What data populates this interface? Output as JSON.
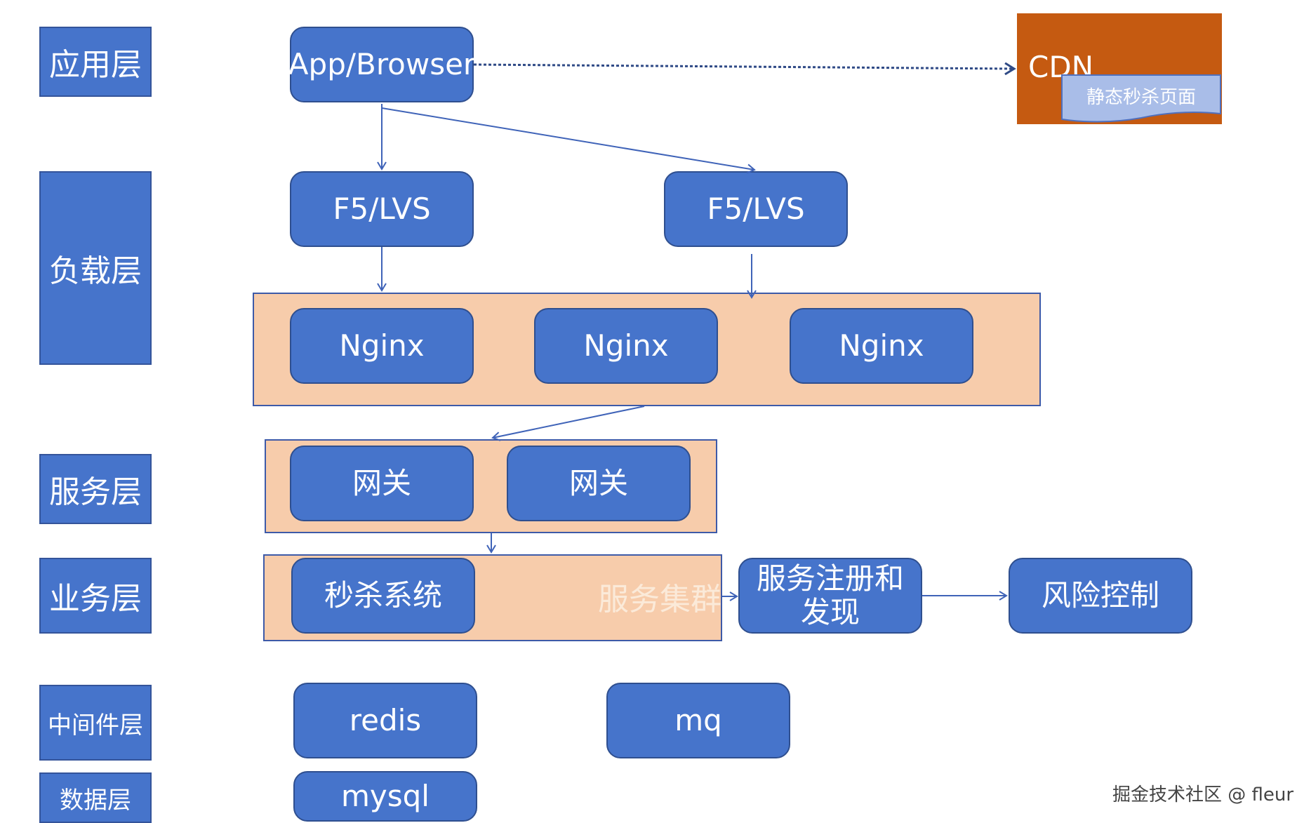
{
  "layers": {
    "app": "应用层",
    "load": "负载层",
    "service": "服务层",
    "business": "业务层",
    "middleware": "中间件层",
    "data": "数据层"
  },
  "nodes": {
    "app_browser": "App/Browser",
    "f5_left": "F5/LVS",
    "f5_right": "F5/LVS",
    "nginx_1": "Nginx",
    "nginx_2": "Nginx",
    "nginx_3": "Nginx",
    "gateway_1": "网关",
    "gateway_2": "网关",
    "seckill": "秒杀系统",
    "registry": "服务注册和发现",
    "risk": "风险控制",
    "redis": "redis",
    "mq": "mq",
    "mysql": "mysql"
  },
  "cdn": {
    "label": "CDN",
    "doc": "静态秒杀页面"
  },
  "cluster_label": "服务集群",
  "watermark": "掘金技术社区 @ fleur",
  "colors": {
    "node": "#4674cb",
    "cluster": "#f7ccab",
    "cdn": "#c55a11",
    "cdn_doc": "#a9bde8",
    "arrow": "#3f63b8"
  }
}
